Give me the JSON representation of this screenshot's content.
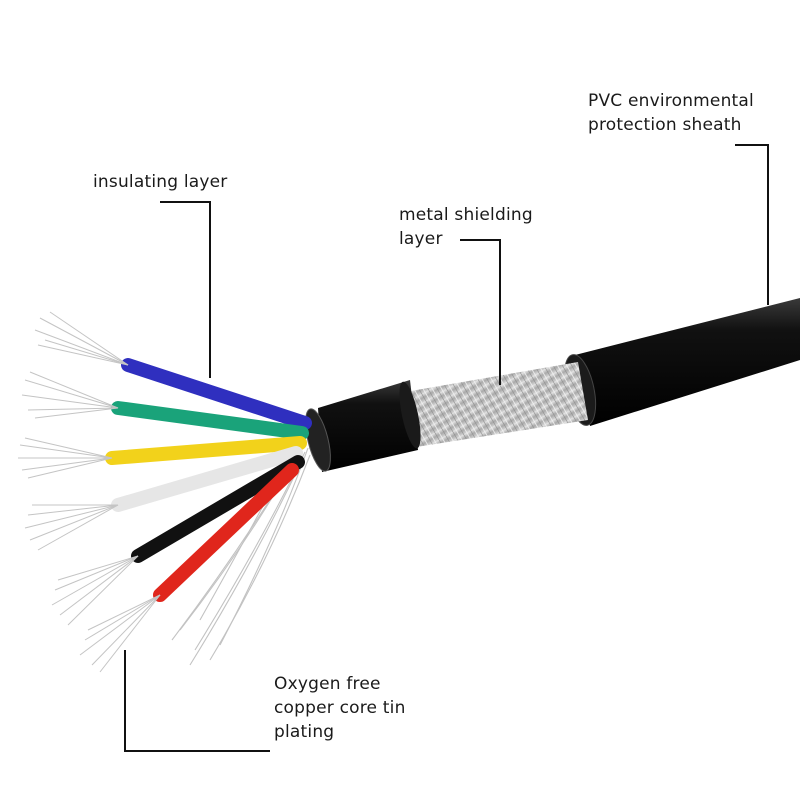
{
  "labels": {
    "sheath": "PVC environmental\nprotection sheath",
    "insulating": "insulating layer",
    "shielding": "metal shielding\nlayer",
    "copper": "Oxygen free\ncopper core tin\nplating"
  },
  "colors": {
    "jacket": "#0d0d0d",
    "shield": "#b8b8b8",
    "copper_strands": "#c9c9c9",
    "wire_blue": "#2f2fbf",
    "wire_green": "#1aa37a",
    "wire_yellow": "#f2d21b",
    "wire_white": "#e6e6e6",
    "wire_black": "#111111",
    "wire_red": "#e0261c",
    "leader_line": "#111111"
  },
  "cores": [
    "blue",
    "green",
    "yellow",
    "white",
    "black",
    "red"
  ]
}
